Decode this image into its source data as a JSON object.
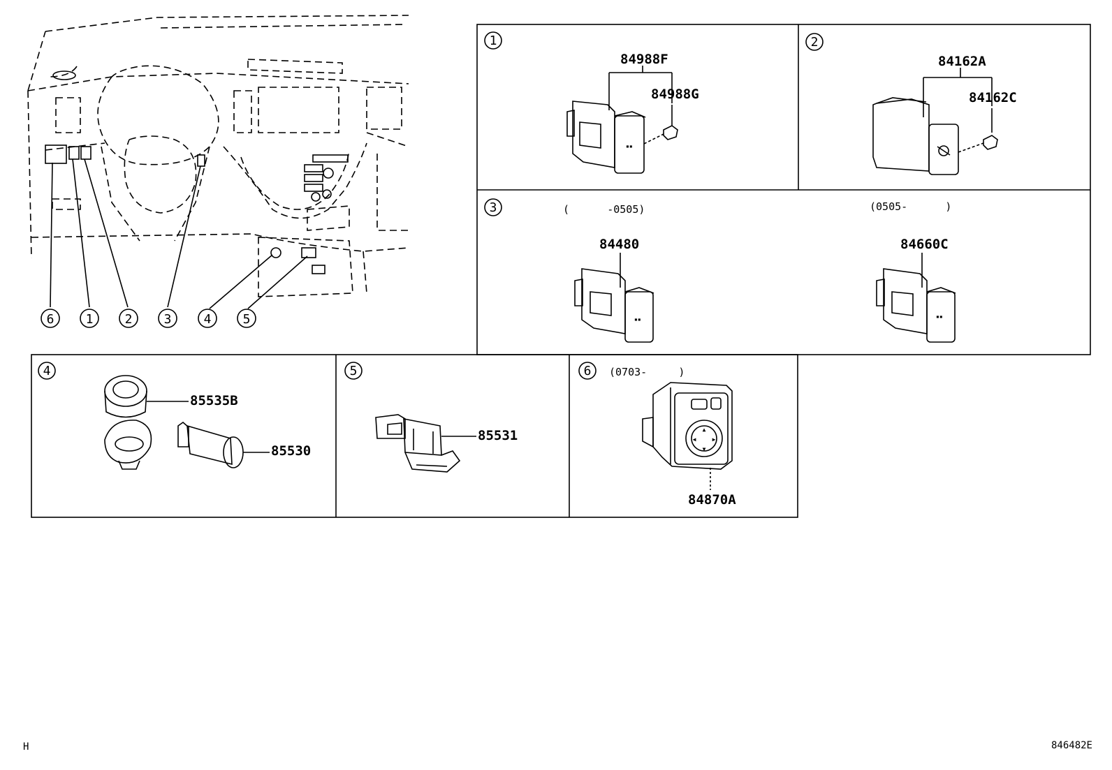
{
  "overview": {
    "callouts": [
      "6",
      "1",
      "2",
      "3",
      "4",
      "5"
    ]
  },
  "panels": [
    {
      "id": "1",
      "parts": [
        "84988F",
        "84988G"
      ]
    },
    {
      "id": "2",
      "parts": [
        "84162A",
        "84162C"
      ]
    },
    {
      "id": "3",
      "variants": [
        {
          "range": "(      -0505)",
          "part": "84480"
        },
        {
          "range": "(0505-      )",
          "part": "84660C"
        }
      ]
    },
    {
      "id": "4",
      "parts": [
        "85535B",
        "85530"
      ]
    },
    {
      "id": "5",
      "parts": [
        "85531"
      ]
    },
    {
      "id": "6",
      "range": "(0703-     )",
      "parts": [
        "84870A"
      ]
    }
  ],
  "footer": {
    "left_code": "H",
    "right_code": "846482E"
  }
}
